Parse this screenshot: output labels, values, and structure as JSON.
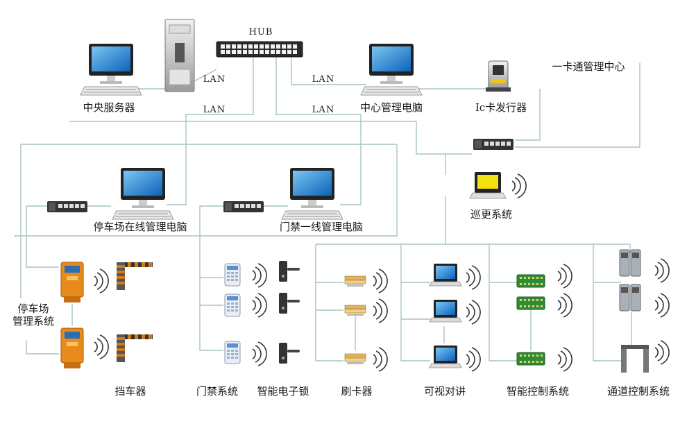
{
  "labels": {
    "hub": "HUB",
    "lan": "LAN",
    "central_server": "中央服务器",
    "center_pc": "中心管理电脑",
    "ic_issuer": "Ic卡发行器",
    "ecard_center": "一卡通管理中心",
    "parking_pc": "停车场在线管理电脑",
    "access_pc": "门禁一线管理电脑",
    "patrol": "巡更系统",
    "parking_mgmt": "停车场\n管理系统",
    "barrier": "挡车器",
    "access_system": "门禁系统",
    "smart_lock": "智能电子锁",
    "card_reader": "刷卡器",
    "video_intercom": "可视对讲",
    "smart_control": "智能控制系统",
    "passage_control": "通道控制系统"
  },
  "colors": {
    "line": "#a8c4c4",
    "monitor_screen": "#1e88d8",
    "patrol_screen": "#f2e010",
    "kiosk": "#e88a1c",
    "board": "#2e8b3a",
    "barrier_stripe": "#d07a20"
  },
  "icons": [
    "desktop-computer-icon",
    "server-tower-icon",
    "network-hub-icon",
    "network-switch-icon",
    "card-issuer-icon",
    "laptop-icon",
    "parking-kiosk-icon",
    "barrier-gate-icon",
    "keypad-reader-icon",
    "electronic-lock-icon",
    "card-reader-icon",
    "control-board-icon",
    "turnstile-icon",
    "walk-through-gate-icon",
    "wireless-signal-icon"
  ]
}
